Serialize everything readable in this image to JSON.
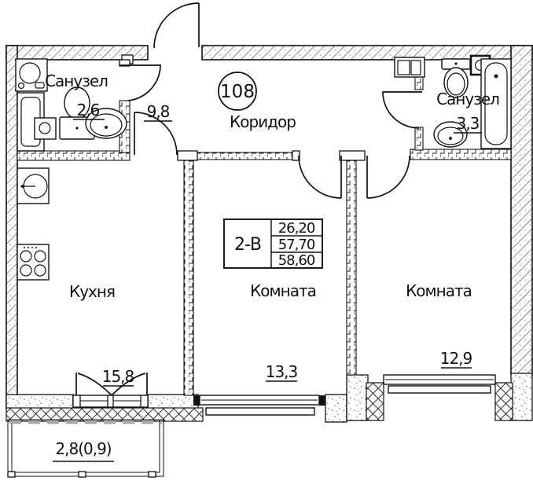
{
  "apartment": {
    "number": "108"
  },
  "rooms": {
    "bathroom1": {
      "label": "Санузел",
      "area": "2,6"
    },
    "corridor": {
      "label": "Коридор",
      "area": "9,8"
    },
    "bathroom2": {
      "label": "Санузел",
      "area": "3,3"
    },
    "kitchen": {
      "label": "Кухня",
      "area": "15,8"
    },
    "room_middle": {
      "label": "Комната",
      "area": "13,3"
    },
    "room_right": {
      "label": "Комната",
      "area": "12,9"
    },
    "balcony": {
      "area": "2,8(0,9)"
    }
  },
  "info_table": {
    "unit_type": "2-В",
    "values": [
      "26,20",
      "57,70",
      "58,60"
    ]
  },
  "colors": {
    "line": "#111111",
    "balcony_dash": "#a8a8a8"
  }
}
